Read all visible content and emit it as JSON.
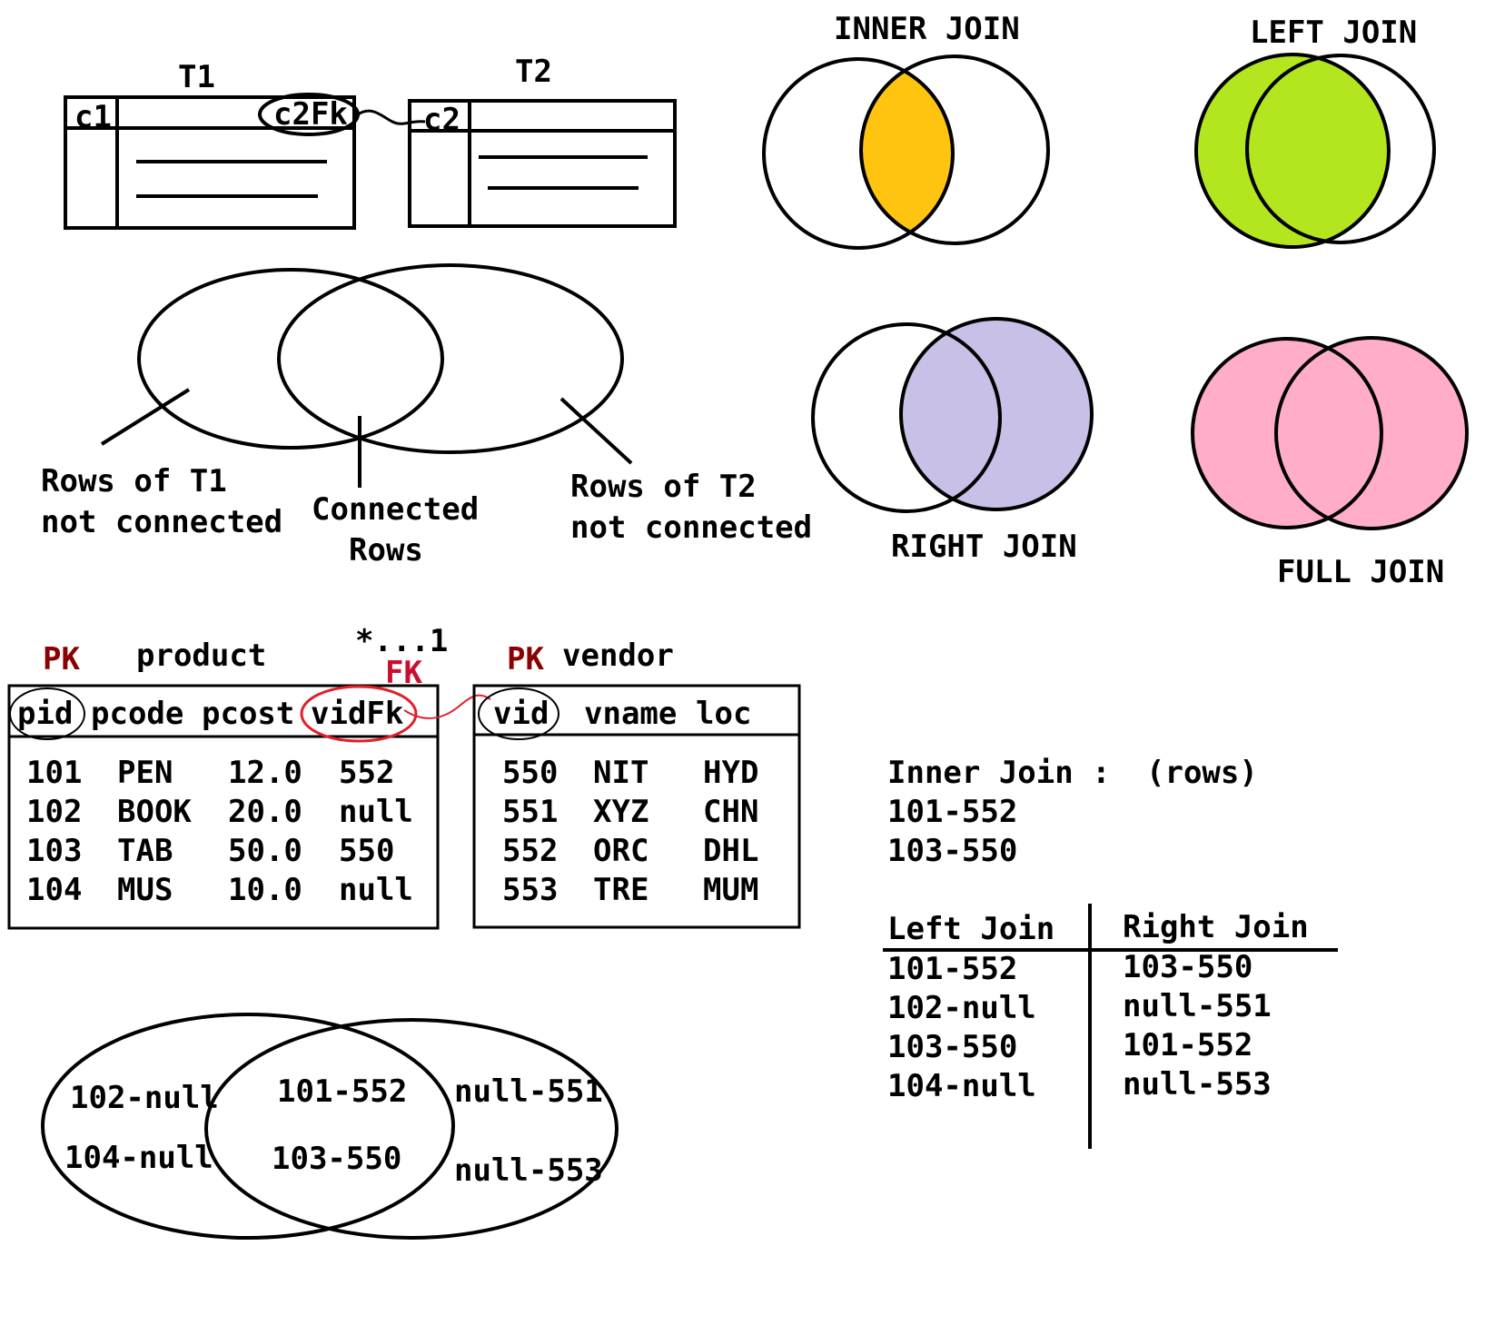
{
  "tables_diagram": {
    "t1": {
      "title": "T1",
      "col_a": "c1",
      "col_b": "c2Fk"
    },
    "t2": {
      "title": "T2",
      "col_a": "c2"
    }
  },
  "sets_diagram": {
    "left_label_1": "Rows of T1",
    "left_label_2": "not connected",
    "mid_label_1": "Connected",
    "mid_label_2": "Rows",
    "right_label_1": "Rows of T2",
    "right_label_2": "not connected"
  },
  "joins": {
    "inner": {
      "title": "INNER JOIN",
      "color": "#FFC410"
    },
    "left": {
      "title": "LEFT JOIN",
      "color": "#B3E61E"
    },
    "right": {
      "title": "RIGHT JOIN",
      "color": "#C8C0E6"
    },
    "full": {
      "title": "FULL JOIN",
      "color": "#FFADC8"
    }
  },
  "product_table": {
    "pk": "PK",
    "title": "product",
    "fk": "FK",
    "cardinality": "*...1",
    "headers": [
      "pid",
      "pcode",
      "pcost",
      "vidFk"
    ],
    "rows": [
      [
        "101",
        "PEN",
        "12.0",
        "552"
      ],
      [
        "102",
        "BOOK",
        "20.0",
        "null"
      ],
      [
        "103",
        "TAB",
        "50.0",
        "550"
      ],
      [
        "104",
        "MUS",
        "10.0",
        "null"
      ]
    ]
  },
  "vendor_table": {
    "pk": "PK",
    "title": "vendor",
    "headers": [
      "vid",
      "vname",
      "loc"
    ],
    "rows": [
      [
        "550",
        "NIT",
        "HYD"
      ],
      [
        "551",
        "XYZ",
        "CHN"
      ],
      [
        "552",
        "ORC",
        "DHL"
      ],
      [
        "553",
        "TRE",
        "MUM"
      ]
    ]
  },
  "inner_join_result": {
    "title": "Inner Join :",
    "note": "(rows)",
    "rows": [
      "101-552",
      "103-550"
    ]
  },
  "left_right_results": {
    "left_title": "Left Join",
    "right_title": "Right Join",
    "left_rows": [
      "101-552",
      "102-null",
      "103-550",
      "104-null"
    ],
    "right_rows": [
      "103-550",
      "null-551",
      "101-552",
      "null-553"
    ]
  },
  "bottom_venn": {
    "left": [
      "102-null",
      "104-null"
    ],
    "middle": [
      "101-552",
      "103-550"
    ],
    "right": [
      "null-551",
      "null-553"
    ]
  }
}
